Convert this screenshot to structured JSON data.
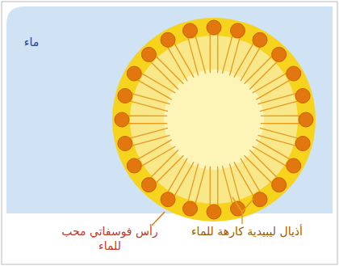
{
  "diagram": {
    "labels": [
      "ماء",
      "رأس فوسفاتي محب للماء",
      "أذيال ليبيدية كارهة للماء"
    ]
  }
}
